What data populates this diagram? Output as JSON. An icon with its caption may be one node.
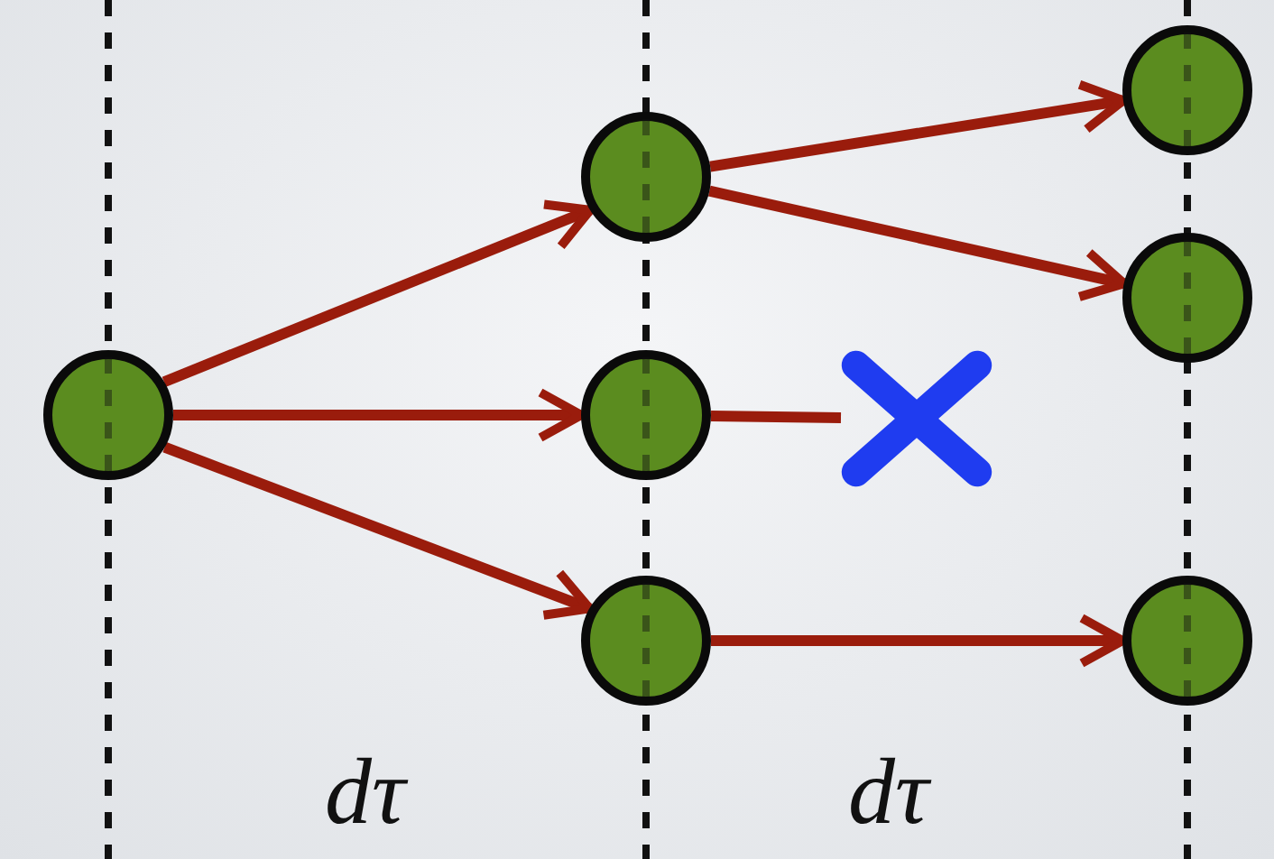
{
  "diagram": {
    "nodes": [
      {
        "text": [],
        "shape": "circle"
      },
      {
        "text": [],
        "shape": "circle"
      },
      {
        "text": [],
        "shape": "circle"
      },
      {
        "text": [],
        "shape": "circle"
      },
      {
        "text": [],
        "shape": "circle"
      },
      {
        "text": [],
        "shape": "circle"
      },
      {
        "text": [],
        "shape": "circle"
      },
      {
        "text": [],
        "shape": "cross"
      }
    ],
    "edges": [
      {
        "from": 0,
        "to": 1,
        "arrow": "to"
      },
      {
        "from": 0,
        "to": 2,
        "arrow": "to"
      },
      {
        "from": 0,
        "to": 3,
        "arrow": "to"
      },
      {
        "from": 1,
        "to": 4,
        "arrow": "to"
      },
      {
        "from": 1,
        "to": 5,
        "arrow": "to"
      },
      {
        "from": 2,
        "to": 7,
        "arrow": "none"
      },
      {
        "from": 3,
        "to": 6,
        "arrow": "to"
      }
    ],
    "labels": [
      "dτ",
      "dτ"
    ]
  }
}
